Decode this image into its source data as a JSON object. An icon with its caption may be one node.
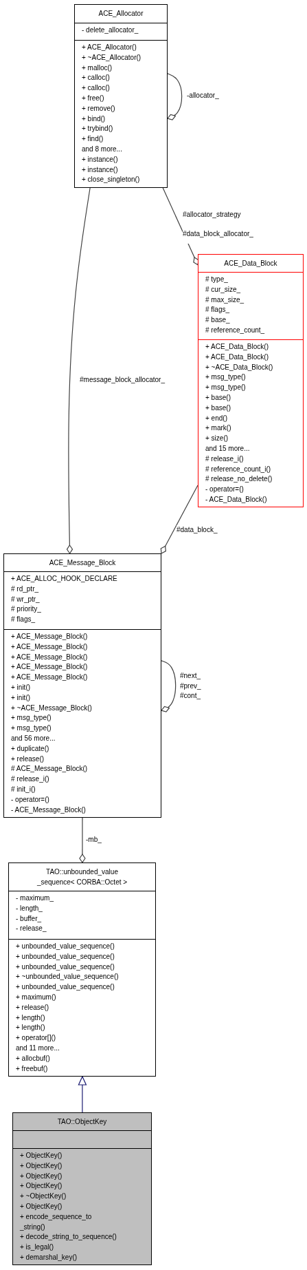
{
  "diagram": {
    "nodes": [
      {
        "text": [
          "ACE_Allocator",
          "- delete_allocator_",
          "+ ACE_Allocator()",
          "+ ~ACE_Allocator()",
          "+ malloc()",
          "+ calloc()",
          "+ calloc()",
          "+ free()",
          "+ remove()",
          "+ bind()",
          "+ trybind()",
          "+ find()",
          "and 8 more...",
          "+ instance()",
          "+ instance()",
          "+ close_singleton()"
        ]
      },
      {
        "text": [
          "ACE_Data_Block",
          "# type_",
          "# cur_size_",
          "# max_size_",
          "# flags_",
          "# base_",
          "# reference_count_",
          "+ ACE_Data_Block()",
          "+ ACE_Data_Block()",
          "+ ~ACE_Data_Block()",
          "+ msg_type()",
          "+ msg_type()",
          "+ base()",
          "+ base()",
          "+ end()",
          "+ mark()",
          "+ size()",
          "and 15 more...",
          "# release_i()",
          "# reference_count_i()",
          "# release_no_delete()",
          "- operator=()",
          "- ACE_Data_Block()"
        ]
      },
      {
        "text": [
          "ACE_Message_Block",
          "+ ACE_ALLOC_HOOK_DECLARE",
          "# rd_ptr_",
          "# wr_ptr_",
          "# priority_",
          "# flags_",
          "+ ACE_Message_Block()",
          "+ ACE_Message_Block()",
          "+ ACE_Message_Block()",
          "+ ACE_Message_Block()",
          "+ ACE_Message_Block()",
          "+ init()",
          "+ init()",
          "+ ~ACE_Message_Block()",
          "+ msg_type()",
          "+ msg_type()",
          "and 56 more...",
          "+ duplicate()",
          "+ release()",
          "# ACE_Message_Block()",
          "# release_i()",
          "# init_i()",
          "- operator=()",
          "- ACE_Message_Block()"
        ]
      },
      {
        "text": [
          "TAO::unbounded_value _sequence< CORBA::Octet >",
          "- maximum_",
          "- length_",
          "- buffer_",
          "- release_",
          "+ unbounded_value_sequence()",
          "+ unbounded_value_sequence()",
          "+ unbounded_value_sequence()",
          "+ ~unbounded_value_sequence()",
          "+ unbounded_value_sequence()",
          "+ maximum()",
          "+ release()",
          "+ length()",
          "+ length()",
          "+ operator[]()",
          "and 11 more...",
          "+ allocbuf()",
          "+ freebuf()"
        ]
      },
      {
        "text": [
          "TAO::ObjectKey",
          "+ ObjectKey()",
          "+ ObjectKey()",
          "+ ObjectKey()",
          "+ ObjectKey()",
          "+ ~ObjectKey()",
          "+ ObjectKey()",
          "+ encode_sequence_to _string()",
          "+ decode_string_to_sequence()",
          "+ is_legal()",
          "+ demarshal_key()"
        ]
      }
    ],
    "edges": [
      {
        "from": 0,
        "to": 0,
        "arrow": "other",
        "label": "-allocator_"
      },
      {
        "from": 0,
        "to": 1,
        "arrow": "other",
        "label": "#allocator_strategy #data_block_allocator_"
      },
      {
        "from": 0,
        "to": 2,
        "arrow": "other",
        "label": "#message_block_allocator_"
      },
      {
        "from": 1,
        "to": 2,
        "arrow": "other",
        "label": "#data_block_"
      },
      {
        "from": 2,
        "to": 2,
        "arrow": "other",
        "label": "#next_ #prev_ #cont_"
      },
      {
        "from": 2,
        "to": 3,
        "arrow": "other",
        "label": "-mb_"
      },
      {
        "from": 4,
        "to": 3,
        "arrow": "to",
        "color": "#191970"
      }
    ]
  }
}
